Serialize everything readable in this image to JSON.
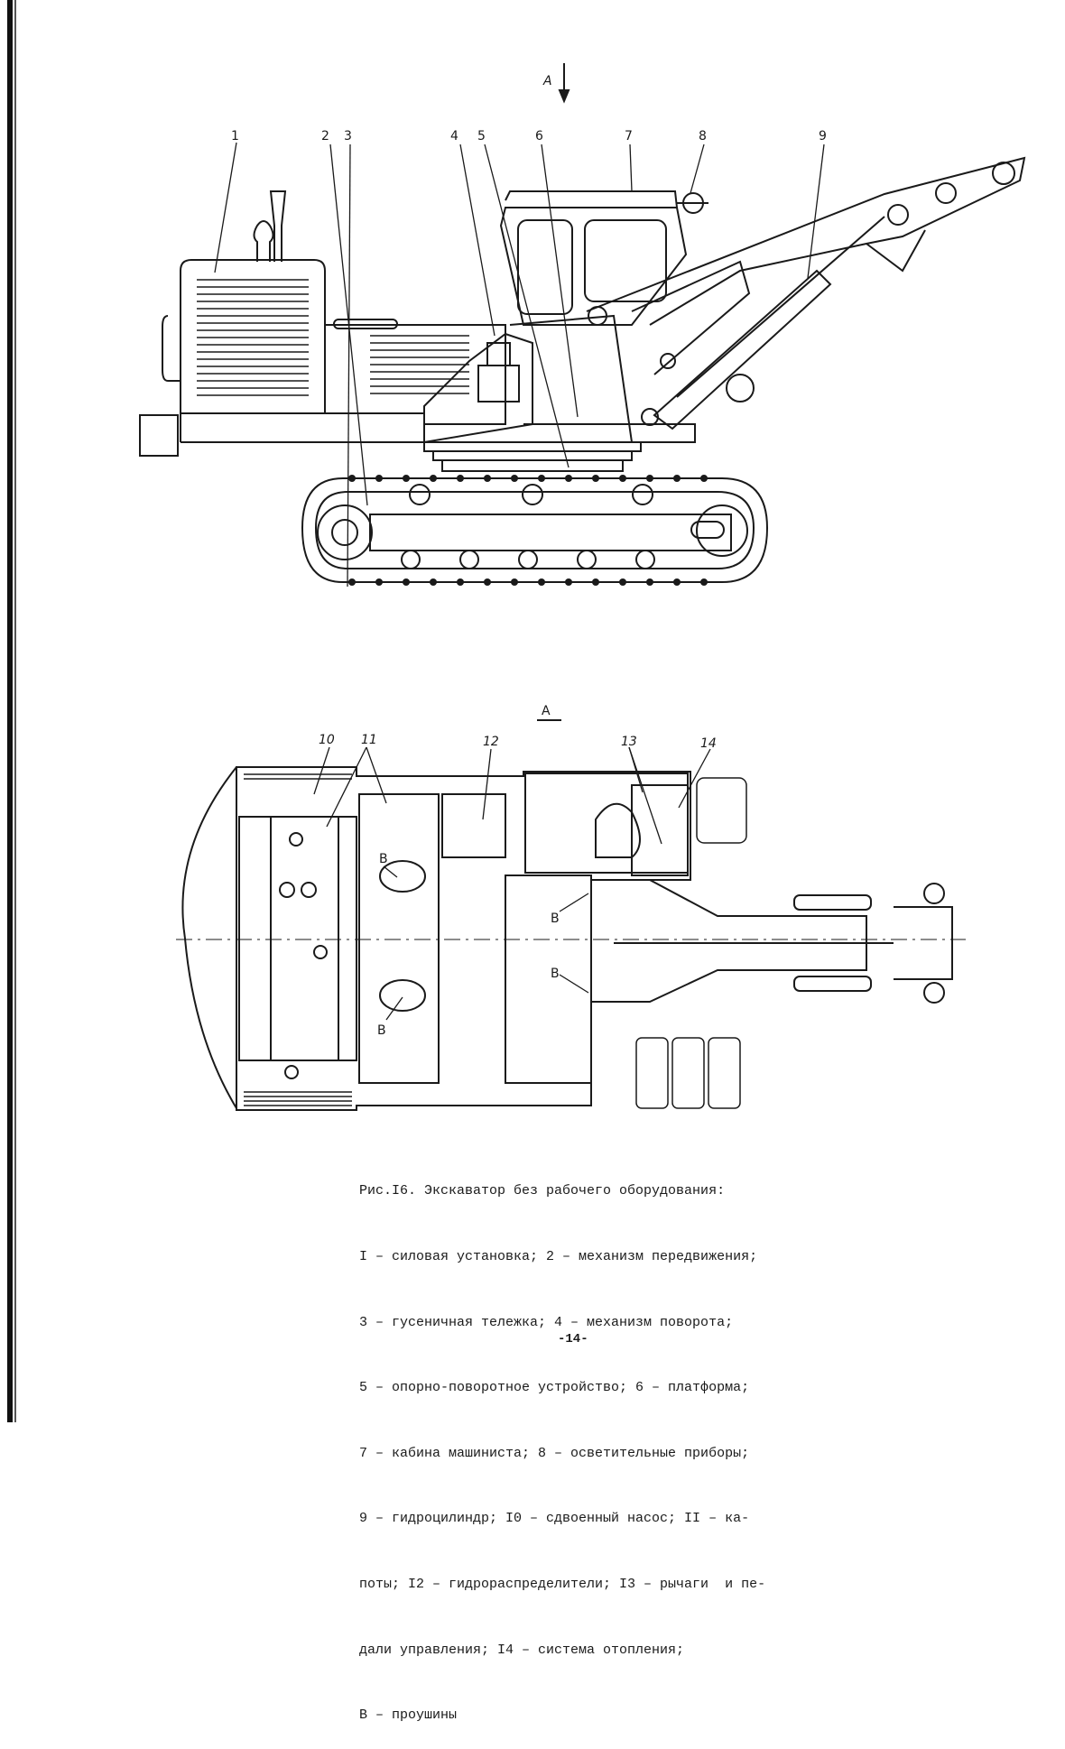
{
  "view_arrow_label": "А",
  "section_label": "А",
  "side_view": {
    "callouts": [
      "1",
      "2",
      "3",
      "4",
      "5",
      "6",
      "7",
      "8",
      "9"
    ]
  },
  "plan_view": {
    "callouts": [
      "10",
      "11",
      "12",
      "13",
      "14"
    ],
    "eyelet_label": "В"
  },
  "caption": {
    "lines": [
      "Рис.I6. Экскаватор без рабочего оборудования:",
      "I – силовая установка; 2 – механизм передвижения;",
      "3 – гусеничная тележка; 4 – механизм поворота;",
      "5 – опорно-поворотное устройство; 6 – платформа;",
      "7 – кабина машиниста; 8 – осветительные приборы;",
      "9 – гидроцилиндр; I0 – сдвоенный насос; II – ка-",
      "поты; I2 – гидрораспределители; I3 – рычаги  и пе-",
      "дали управления; I4 – система отопления;",
      "В – проушины"
    ]
  },
  "page_number": "-14-"
}
